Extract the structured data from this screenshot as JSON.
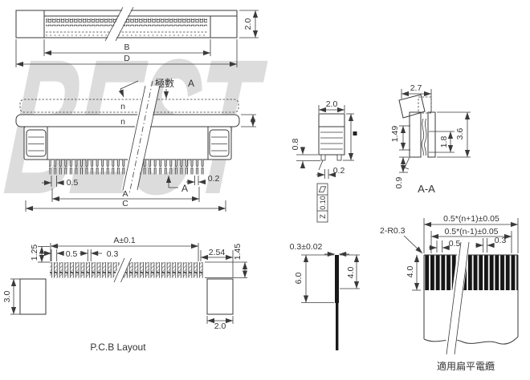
{
  "watermark": "BEST",
  "top_view": {
    "dim_height": "2.0",
    "dim_b": "B",
    "dim_d": "D"
  },
  "front_view": {
    "label_poles": "極數",
    "label_section_top": "A",
    "label_n_open": "n",
    "label_n_closed": "n",
    "dim_pitch": "0.5",
    "dim_tail": "0.2",
    "label_section_arrow": "A",
    "dim_a": "A",
    "dim_c": "C"
  },
  "pcb_layout": {
    "title": "P.C.B Layout",
    "dim_a": "A±0.1",
    "dim_pitch": "0.5",
    "dim_pad_width": "0.3",
    "dim_254": "2.54",
    "dim_145": "1.45",
    "dim_125": "1.25",
    "dim_30": "3.0",
    "dim_20": "2.0"
  },
  "side_view": {
    "dim_width": "2.0",
    "dim_08": "0.8",
    "dim_02": "0.2",
    "fcf_symbol_icon": "parallelogram",
    "fcf_value": "0.10",
    "fcf_datum": "Z"
  },
  "section_aa": {
    "label": "A-A",
    "dim_27": "2.7",
    "dim_149": "1.49",
    "dim_18": "1.8",
    "dim_36": "3.6",
    "dim_09": "0.9"
  },
  "cable_side": {
    "dim_thickness": "0.3±0.02",
    "dim_60": "6.0",
    "dim_40": "4.0"
  },
  "cable_end": {
    "caption": "適用扁平電纜",
    "dim_outer": "0.5*(n+1)±0.05",
    "dim_inner": "0.5*(n-1)±0.05",
    "dim_pitch": "0.5",
    "dim_conductor": "0.3",
    "dim_radius": "2-R0.3",
    "dim_exposed": "4.0"
  }
}
